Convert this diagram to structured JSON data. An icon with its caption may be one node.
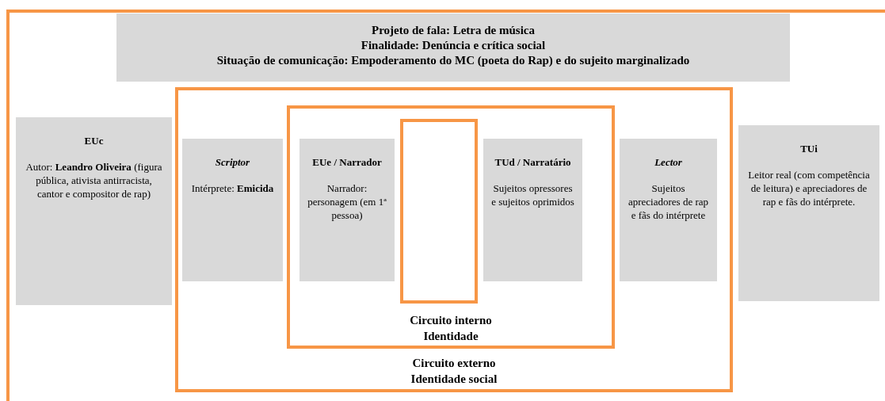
{
  "diagram": {
    "nodes": [
      {
        "text": [],
        "shape": "box"
      },
      {
        "text": [
          "Projeto de fala: Letra de música",
          "Finalidade: Denúncia e crítica social",
          "Situação de comunicação: Empoderamento do MC (poeta do Rap) e do sujeito marginalizado"
        ],
        "in": 0
      },
      {
        "text": [
          "Circuito externo Identidade social"
        ],
        "in": 0
      },
      {
        "text": [
          "EUc",
          "Autor: **Leandro Oliveira** (figura pública, ativista antirracista, cantor e compositor de rap)"
        ],
        "in": 0
      },
      {
        "text": [
          "TUi",
          "Leitor real (com competência de leitura) e apreciadores de rap e fãs do intérprete."
        ],
        "in": 0
      },
      {
        "text": [
          "Circuito interno Identidade"
        ],
        "in": 2
      },
      {
        "text": [
          "Scriptor",
          "Intérprete: **Emicida**"
        ],
        "in": 2
      },
      {
        "text": [
          "Lector",
          "Sujeitos apreciadores de rap e fãs do intérprete"
        ],
        "in": 2
      },
      {
        "text": [],
        "shape": "box",
        "in": 5
      },
      {
        "text": [
          "EUe / Narrador",
          "Narrador: personagem (em 1ª pessoa)"
        ],
        "in": 5
      },
      {
        "text": [
          "TUd / Narratário",
          "Sujeitos opressores e sujeitos oprimidos"
        ],
        "in": 5
      }
    ]
  }
}
